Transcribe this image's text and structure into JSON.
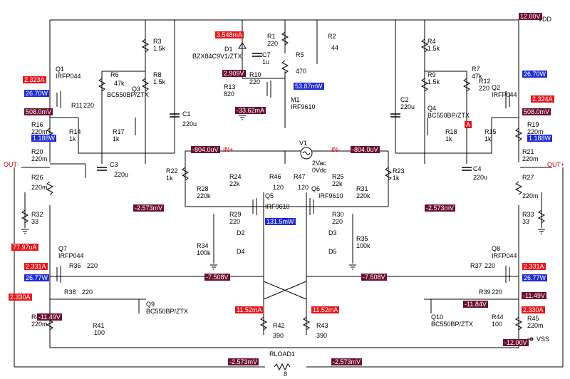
{
  "components": {
    "Q1": {
      "name": "Q1",
      "part": "IRFP044"
    },
    "Q2": {
      "name": "Q2",
      "part": "IRFP044"
    },
    "Q3": {
      "name": "Q3",
      "part": "BC550BP/ZTX"
    },
    "Q4": {
      "name": "Q4",
      "part": "BC550BP/ZTX"
    },
    "Q5": {
      "name": "Q5",
      "part": "IRF9610"
    },
    "Q6": {
      "name": "Q6",
      "part": "IRF9610"
    },
    "Q7": {
      "name": "Q7",
      "part": "IRFP044"
    },
    "Q8": {
      "name": "Q8",
      "part": "IRFP044"
    },
    "Q9": {
      "name": "Q9",
      "part": "BC550BP/ZTX"
    },
    "Q10": {
      "name": "Q10",
      "part": "BC550BP/ZTX"
    },
    "M1": {
      "name": "M1",
      "part": "IRF9610"
    },
    "D1": {
      "name": "D1",
      "part": "BZX84C9V1/ZTX"
    },
    "D2": {
      "name": "D2"
    },
    "D3": {
      "name": "D3"
    },
    "D4": {
      "name": "D4"
    },
    "D5": {
      "name": "D5"
    },
    "V1": {
      "name": "V1",
      "spec1": "2Vac",
      "spec2": "0Vdc"
    },
    "C1": {
      "name": "C1",
      "value": "220u"
    },
    "C2": {
      "name": "C2",
      "value": "220u"
    },
    "C3": {
      "name": "C3",
      "value": "220u"
    },
    "C4": {
      "name": "C4",
      "value": "220u"
    },
    "C7": {
      "name": "C7",
      "value": "1u"
    },
    "R1": {
      "name": "R1",
      "value": "220"
    },
    "R2": {
      "name": "R2",
      "value": "44"
    },
    "R3": {
      "name": "R3",
      "value": "1.5k"
    },
    "R4": {
      "name": "R4",
      "value": "1.5k"
    },
    "R5": {
      "name": "R5",
      "value": "470"
    },
    "R6": {
      "name": "R6",
      "value": "47k"
    },
    "R7": {
      "name": "R7",
      "value": "47k"
    },
    "R8": {
      "name": "R8",
      "value": "1.5k"
    },
    "R9": {
      "name": "R9",
      "value": "1.5k"
    },
    "R10": {
      "name": "R10",
      "value": "220"
    },
    "R11": {
      "name": "R11",
      "value": "220"
    },
    "R12": {
      "name": "R12",
      "value": "220"
    },
    "R13": {
      "name": "R13",
      "value": "820"
    },
    "R14": {
      "name": "R14",
      "value": "1k"
    },
    "R15": {
      "name": "R15",
      "value": "1k"
    },
    "R16": {
      "name": "R16",
      "value": "220m"
    },
    "R17": {
      "name": "R17",
      "value": "1k"
    },
    "R18": {
      "name": "R18",
      "value": "1k"
    },
    "R19": {
      "name": "R19",
      "value": "220m"
    },
    "R20": {
      "name": "R20",
      "value": "220m"
    },
    "R21": {
      "name": "R21",
      "value": "220m"
    },
    "R22": {
      "name": "R22",
      "value": "1k"
    },
    "R23": {
      "name": "R23",
      "value": "1k"
    },
    "R24": {
      "name": "R24",
      "value": "22k"
    },
    "R25": {
      "name": "R25",
      "value": "22k"
    },
    "R26": {
      "name": "R26",
      "value": "220m"
    },
    "R27": {
      "name": "R27",
      "value": "220m"
    },
    "R28": {
      "name": "R28",
      "value": "220k"
    },
    "R29": {
      "name": "R29",
      "value": "220"
    },
    "R30": {
      "name": "R30",
      "value": "220"
    },
    "R31": {
      "name": "R31",
      "value": "220k"
    },
    "R32": {
      "name": "R32",
      "value": "33"
    },
    "R33": {
      "name": "R33",
      "value": "33"
    },
    "R34": {
      "name": "R34",
      "value": "100k"
    },
    "R35": {
      "name": "R35",
      "value": "100k"
    },
    "R36": {
      "name": "R36",
      "value": "220"
    },
    "R37": {
      "name": "R37",
      "value": "220"
    },
    "R38": {
      "name": "R38",
      "value": "220"
    },
    "R39": {
      "name": "R39",
      "value": "220"
    },
    "R40": {
      "name": "R40",
      "value": "220m"
    },
    "R41": {
      "name": "R41",
      "value": "100"
    },
    "R42": {
      "name": "R42",
      "value": "390"
    },
    "R43": {
      "name": "R43",
      "value": "390"
    },
    "R44": {
      "name": "R44",
      "value": "100"
    },
    "R45": {
      "name": "R45",
      "value": "220m"
    },
    "R46": {
      "name": "R46",
      "value": "120"
    },
    "R47": {
      "name": "R47",
      "value": "120"
    },
    "RLOAD1": {
      "name": "RLOAD1",
      "value": "8"
    }
  },
  "nets": {
    "vdd": "VDD",
    "vss": "VSS",
    "out_minus": "OUT-",
    "out_plus": "OUT+",
    "in_plus": "IN+",
    "in_minus": "IN-"
  },
  "probes": {
    "v_vdd": "12.00V",
    "v_m1_src": "2.909V",
    "v_d1_cur": "3.548mA",
    "v_m1_drn_cur": "-33.62mA",
    "w_m1": "53.87mW",
    "i_q1": "2.323A",
    "w_q1": "26.70W",
    "v_q1_src": "508.0mV",
    "w_r16": "1.188W",
    "i_q2": "2.324A",
    "w_q2": "26.70W",
    "v_q2_src": "508.0mV",
    "w_r19": "1.188W",
    "v_in_plus": "-804.0uV",
    "v_in_minus": "-804.0uV",
    "v_left_bias": "-2.573mV",
    "v_right_bias": "-2.573mV",
    "w_q5": "131.5mW",
    "i_r32": "77.97uA",
    "i_q7": "2.331A",
    "w_q7": "26.77W",
    "i_q8": "2.331A",
    "w_q8": "26.77W",
    "v_q7_gate": "-7.508V",
    "v_q8_gate": "-7.508V",
    "i_r40": "2.330A",
    "v_q9": "-11.49V",
    "i_r45": "2.330A",
    "v_q10": "-11.84V",
    "v_q8_src": "-11.49V",
    "i_r42": "11.52mA",
    "i_r43": "11.52mA",
    "v_vss": "-12.00V",
    "v_rload_l": "-2.573mV",
    "v_rload_r": "-2.573mV",
    "i_q4_cut": "A"
  }
}
